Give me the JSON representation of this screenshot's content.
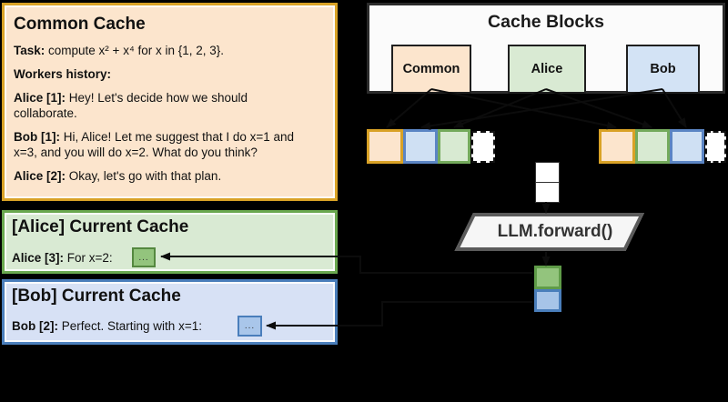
{
  "common_panel": {
    "title": "Common Cache",
    "task_label": "Task:",
    "task_text": "compute x² + x⁴ for x in {1, 2, 3}.",
    "history_label": "Workers history:",
    "messages": [
      {
        "speaker": "Alice [1]:",
        "text": "Hey! Let's decide how we should collaborate."
      },
      {
        "speaker": "Bob [1]:",
        "text": "Hi, Alice! Let me suggest that I do x=1 and x=3, and you will do x=2. What do you think?"
      },
      {
        "speaker": "Alice [2]:",
        "text": "Okay, let's go with that plan."
      }
    ]
  },
  "alice_panel": {
    "title": "[Alice] Current Cache",
    "speaker": "Alice [3]:",
    "text": "For x=2:",
    "box": "..."
  },
  "bob_panel": {
    "title": "[Bob] Current Cache",
    "speaker": "Bob [2]:",
    "text": "Perfect. Starting with x=1:",
    "box": "..."
  },
  "cache_blocks": {
    "title": "Cache Blocks",
    "blocks": [
      {
        "label": "Common"
      },
      {
        "label": "Alice"
      },
      {
        "label": "Bob"
      }
    ]
  },
  "llm": {
    "label": "LLM.forward()"
  },
  "rows": {
    "left_sequence": [
      "common",
      "bob",
      "alice",
      "empty"
    ],
    "right_sequence": [
      "common",
      "alice",
      "bob",
      "empty"
    ]
  },
  "colors": {
    "orange_fill": "#FCE5CD",
    "orange_border": "#D9A226",
    "green_fill": "#D9EAD3",
    "green_border": "#6AA84F",
    "green_token": "#93C47D",
    "blue_fill": "#D7E1F5",
    "blue_border": "#4A7EBB",
    "blue_token": "#A9C6EA",
    "panel_bg": "#FBFBFB",
    "background": "#000000"
  }
}
